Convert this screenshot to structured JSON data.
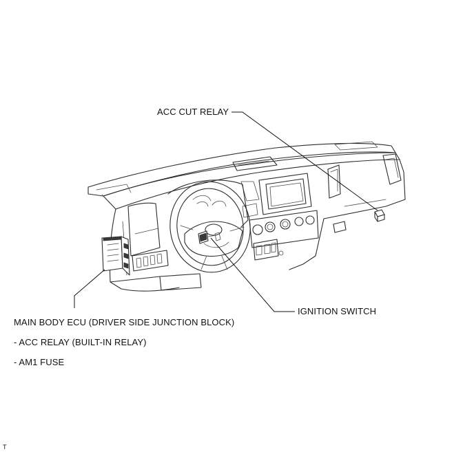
{
  "labels": {
    "acc_cut_relay": "ACC CUT RELAY",
    "ignition_switch": "IGNITION SWITCH",
    "main_body_ecu": "MAIN BODY ECU (DRIVER SIDE JUNCTION BLOCK)",
    "acc_relay": "- ACC RELAY (BUILT-IN RELAY)",
    "am1_fuse": "- AM1 FUSE",
    "corner_mark": "T"
  }
}
